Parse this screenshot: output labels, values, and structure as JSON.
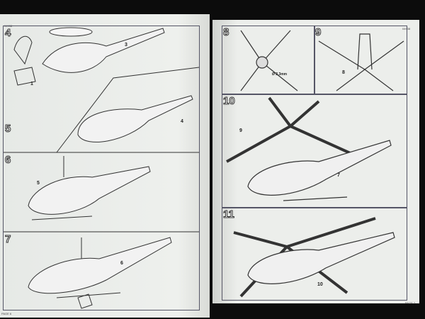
{
  "left_page": {
    "code": "04938",
    "footer": "PAGE 6",
    "steps": [
      {
        "number": "4"
      },
      {
        "number": "5"
      },
      {
        "number": "6"
      },
      {
        "number": "7"
      }
    ],
    "parts": [
      "1",
      "3",
      "4",
      "5",
      "6"
    ]
  },
  "right_page": {
    "code": "04938",
    "footer": "PAGE 7",
    "steps": [
      {
        "number": "8"
      },
      {
        "number": "9"
      },
      {
        "number": "10"
      },
      {
        "number": "11"
      }
    ],
    "parts": [
      "7",
      "8",
      "9",
      "10"
    ],
    "drill_note": "Ø 2,3mm"
  }
}
